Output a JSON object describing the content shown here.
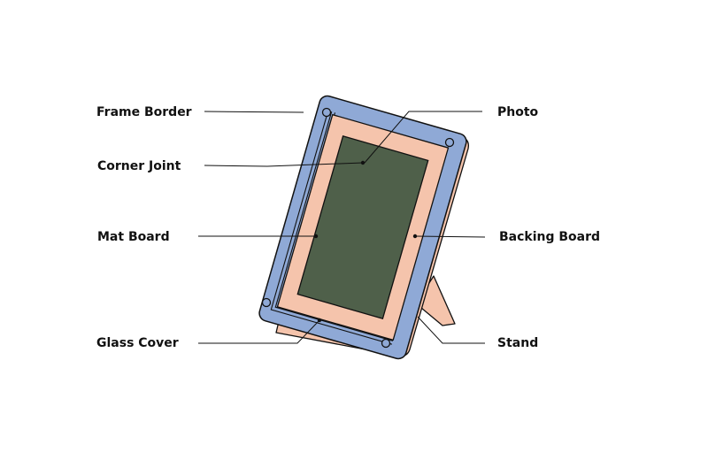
{
  "labels": {
    "frame_border": "Frame Border",
    "corner_joint": "Corner Joint",
    "mat_board": "Mat Board",
    "glass_cover": "Glass Cover",
    "photo": "Photo",
    "backing_board": "Backing Board",
    "stand": "Stand"
  },
  "colors": {
    "frame": "#8fa9d6",
    "mat": "#f5c4ac",
    "backing": "#f5c4ac",
    "photo": "#4f604a",
    "outline": "#111111"
  }
}
